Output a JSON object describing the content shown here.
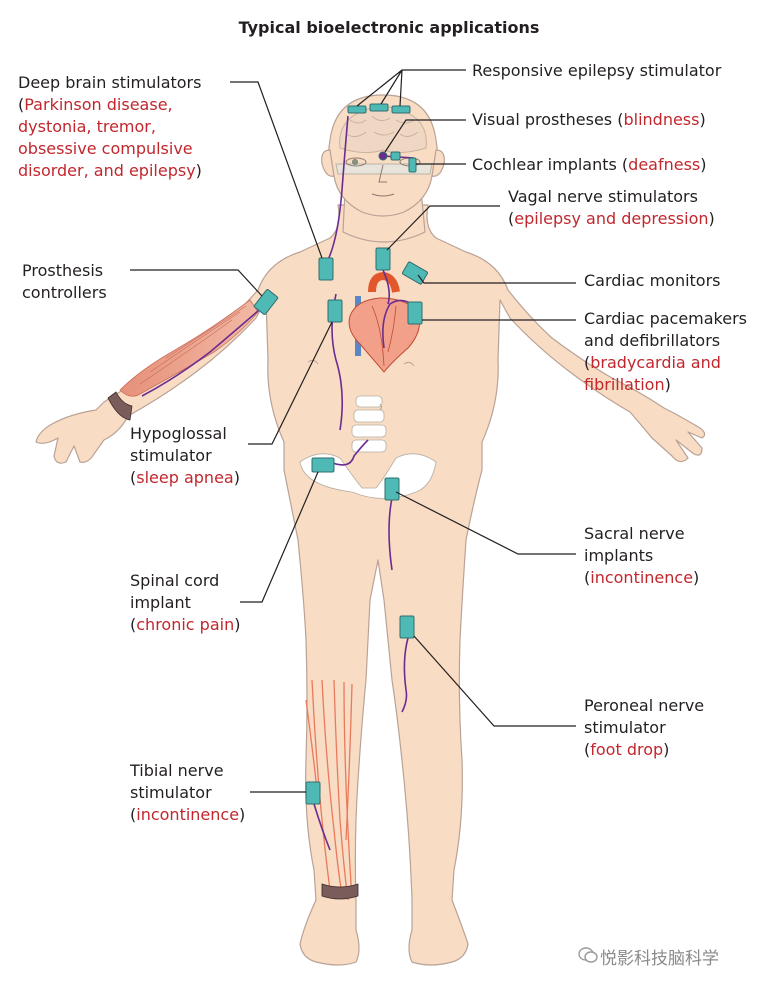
{
  "title": "Typical bioelectronic applications",
  "labels": {
    "deep_brain": {
      "name": "Deep brain stimulators",
      "cond_1": "Parkinson disease,",
      "cond_2": "dystonia, tremor,",
      "cond_3": "obsessive compulsive",
      "cond_4": "disorder, and epilepsy"
    },
    "responsive_epilepsy": {
      "name": "Responsive epilepsy stimulator"
    },
    "visual": {
      "name": "Visual prostheses",
      "cond": "blindness"
    },
    "cochlear": {
      "name": "Cochlear implants",
      "cond": "deafness"
    },
    "vagal": {
      "name": "Vagal nerve stimulators",
      "cond": "epilepsy and depression"
    },
    "prosthesis": {
      "line_1": "Prosthesis",
      "line_2": "controllers"
    },
    "cardiac_monitors": {
      "name": "Cardiac monitors"
    },
    "pacemakers": {
      "line_1": "Cardiac pacemakers",
      "line_2": "and defibrillators",
      "cond_1": "bradycardia and",
      "cond_2": "fibrillation"
    },
    "hypoglossal": {
      "line_1": "Hypoglossal",
      "line_2": "stimulator",
      "cond": "sleep apnea"
    },
    "sacral": {
      "line_1": "Sacral nerve",
      "line_2": "implants",
      "cond": "incontinence"
    },
    "spinal": {
      "line_1": "Spinal cord",
      "line_2": "implant",
      "cond": "chronic pain"
    },
    "peroneal": {
      "line_1": "Peroneal nerve",
      "line_2": "stimulator",
      "cond": "foot drop"
    },
    "tibial": {
      "line_1": "Tibial nerve",
      "line_2": "stimulator",
      "cond": "incontinence"
    }
  },
  "watermark": "悦影科技脑科学",
  "colors": {
    "skin": "#f9dcc4",
    "skin_stroke": "#b9a296",
    "device": "#4fb9b6",
    "wire": "#6a2c91",
    "condition": "#c1272d",
    "leader": "#231f20"
  }
}
